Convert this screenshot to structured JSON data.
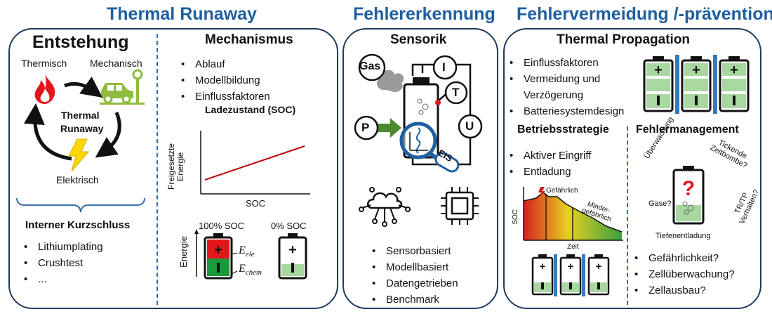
{
  "headers": {
    "thermal_runaway": "Thermal Runaway",
    "fehlererkennung": "Fehlererkennung",
    "fehlervermeidung": "Fehlervermeidung /-prävention"
  },
  "entstehung": {
    "title": "Entstehung",
    "thermisch": "Thermisch",
    "mechanisch": "Mechanisch",
    "elektrisch": "Elektrisch",
    "center_line1": "Thermal",
    "center_line2": "Runaway",
    "kurzschluss_title": "Interner Kurzschluss",
    "kurzschluss_items": [
      "Lithiumplating",
      "Crushtest",
      "..."
    ]
  },
  "mechanismus": {
    "title": "Mechanismus",
    "items": [
      "Ablauf",
      "Modellbildung",
      "Einflussfaktoren"
    ],
    "sub": "Ladezustand (SOC)",
    "chart": {
      "ylabel_line1": "Freigesetzte",
      "ylabel_line2": "Energie",
      "xlabel": "SOC"
    },
    "soc_100": "100% SOC",
    "soc_0": "0% SOC",
    "energie": "Energie",
    "e_ele": "E",
    "e_ele_sub": "ele",
    "e_chem": "E",
    "e_chem_sub": "chem"
  },
  "sensorik": {
    "title": "Sensorik",
    "gas": "Gas",
    "i": "I",
    "t": "T",
    "p": "P",
    "u": "U",
    "eis": "EIS",
    "items": [
      "Sensorbasiert",
      "Modellbasiert",
      "Datengetrieben",
      "Benchmark"
    ]
  },
  "propagation": {
    "title": "Thermal Propagation",
    "items": [
      "Einflussfaktoren",
      "Vermeidung und",
      "Verzögerung",
      "Batteriesystemdesign"
    ],
    "betrieb_title": "Betriebsstrategie",
    "betrieb_items": [
      "Aktiver Eingriff",
      "Entladung"
    ],
    "chart_gefaehrlich": "Gefährlich",
    "chart_minder1": "Minder-",
    "chart_minder2": "gefährlich",
    "chart_soc": "SOC",
    "chart_zeit": "Zeit",
    "fehler_title": "Fehlermanagement",
    "fm_ueberwachung": "Überwachung",
    "fm_tickende1": "Tickende",
    "fm_tickende2": "Zeitbombe?",
    "fm_gase": "Gase?",
    "fm_trtp1": "TR/TP",
    "fm_trtp2": "Verhalten?",
    "fm_tiefen": "Tiefenentladung",
    "fm_items": [
      "Gefährlichkeit?",
      "Zellüberwachung?",
      "Zellausbau?"
    ]
  },
  "colors": {
    "header_blue": "#1f5fa0",
    "frame": "#1f3b5c",
    "red": "#e3161b",
    "green": "#1a9a3a",
    "light_green": "#a8d8a0",
    "battery_blue": "#3a78b8"
  }
}
